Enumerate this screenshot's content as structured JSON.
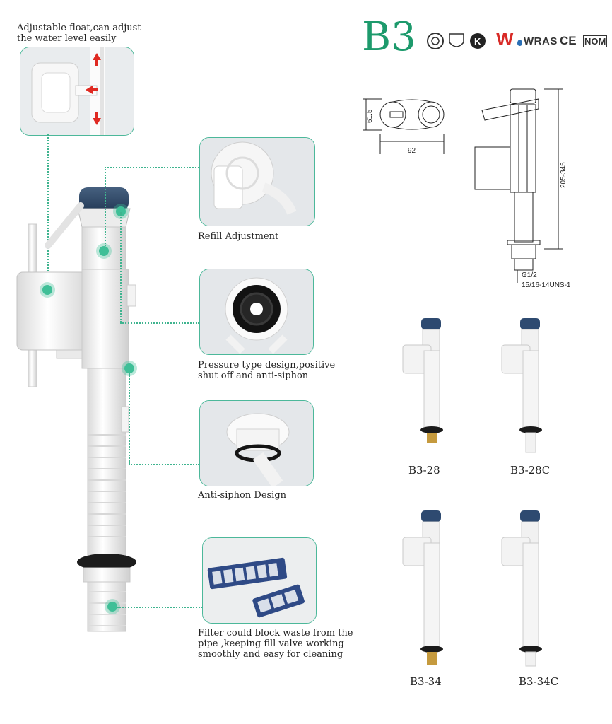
{
  "float_caption": "Adjustable float,can adjust\nthe water level easily",
  "brand": {
    "model": "B3",
    "model_color": "#1d9a6c",
    "cert_marks": [
      "WRAS",
      "CE",
      "NOM"
    ],
    "cert_icons": [
      "cupc-seal-icon",
      "upc-shield-icon",
      "kiwa-icon",
      "watermark-w-icon",
      "water-drop-icon"
    ]
  },
  "features": [
    {
      "label": "Refill Adjustment",
      "icon": "refill-adjuster-photo"
    },
    {
      "label": "Pressure type design,positive\nshut off and anti-siphon",
      "icon": "valve-seal-photo"
    },
    {
      "label": "Anti-siphon Design",
      "icon": "anti-siphon-photo"
    },
    {
      "label": "Filter could block waste from the\npipe ,keeping fill valve working\nsmoothly and easy for cleaning",
      "icon": "filter-photo"
    }
  ],
  "dimensions": {
    "height": "61.5",
    "width": "92",
    "range": "205-345",
    "thread_1": "G1/2",
    "thread_2": "15/16-14UNS-1"
  },
  "variants": [
    "B3-28",
    "B3-28C",
    "B3-34",
    "B3-34C"
  ],
  "accent_color": "#3fbf97"
}
